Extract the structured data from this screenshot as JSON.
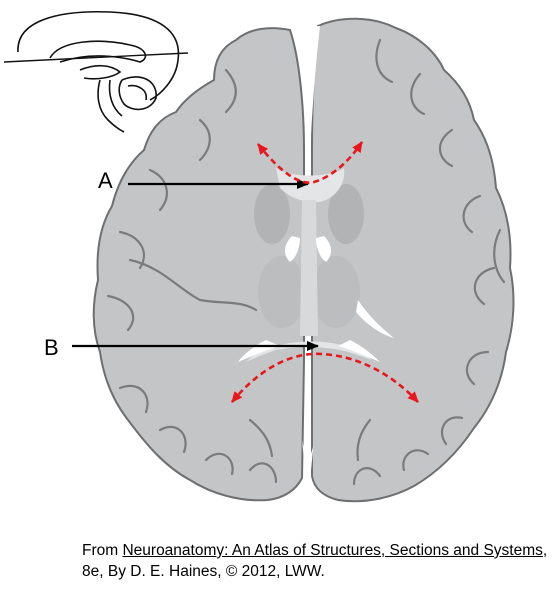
{
  "labels": {
    "a": "A",
    "b": "B"
  },
  "citation": {
    "prefix": "From ",
    "book_title": "Neuroanatomy: An Atlas of Structures, Sections and Systems",
    "details": ", 8e,  By D. E. Haines, © 2012, LWW."
  },
  "colors": {
    "arrow_black": "#000000",
    "arrow_red": "#e8171d",
    "tissue": "#c4c5c6"
  }
}
